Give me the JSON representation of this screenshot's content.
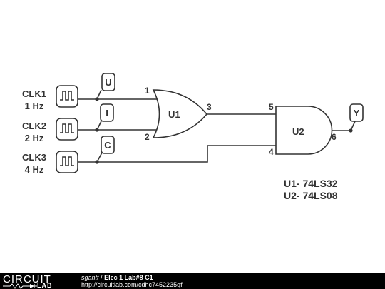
{
  "sources": [
    {
      "name": "CLK1",
      "freq": "1 Hz"
    },
    {
      "name": "CLK2",
      "freq": "2 Hz"
    },
    {
      "name": "CLK3",
      "freq": "4 Hz"
    }
  ],
  "probes": [
    "U",
    "I",
    "C",
    "Y"
  ],
  "gates": {
    "or_gate": "U1",
    "and_gate": "U2"
  },
  "pins": [
    "1",
    "2",
    "3",
    "5",
    "4",
    "6"
  ],
  "parts": [
    "U1- 74LS32",
    "U2- 74LS08"
  ],
  "footer": {
    "logo_top": "CIRCUIT",
    "logo_bottom": "LAB",
    "user": "sgantt",
    "separator": "/",
    "title": "Elec 1 Lab#8 C1",
    "url": "http://circuitlab.com/cdhc7452235qf"
  },
  "colors": {
    "wire": "#333333",
    "footer_bg": "#000000"
  }
}
